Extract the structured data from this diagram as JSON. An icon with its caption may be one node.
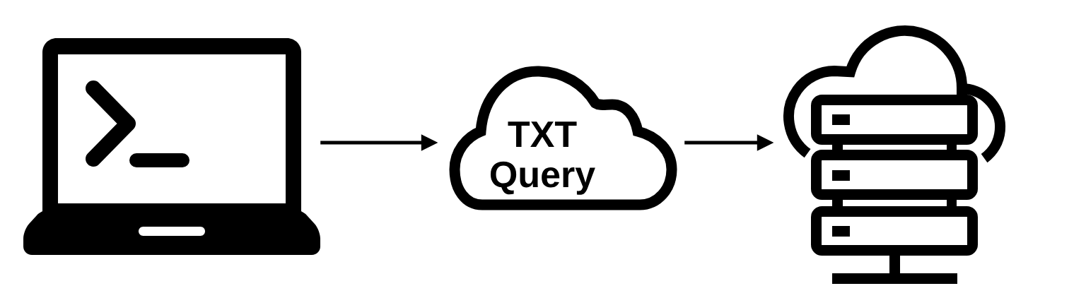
{
  "diagram": {
    "nodes": [
      {
        "text": [],
        "shape": "picture"
      },
      {
        "text": [
          "TXT Query"
        ]
      },
      {
        "text": [],
        "shape": "picture"
      }
    ],
    "edges": [
      {
        "from": 0,
        "to": 1,
        "arrow": "to"
      },
      {
        "from": 1,
        "to": 2,
        "arrow": "to"
      }
    ]
  }
}
